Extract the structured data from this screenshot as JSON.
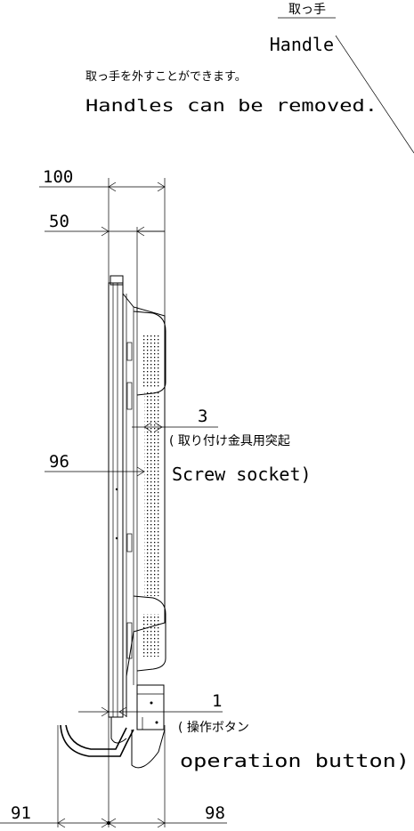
{
  "handle": {
    "title_jp": "取っ手",
    "title_en": "Handle",
    "note_jp": "取っ手を外すことができます。",
    "note_en": "Handles can be removed."
  },
  "dimensions": {
    "d100": "100",
    "d50": "50",
    "d96": "96",
    "d91": "91",
    "d98": "98"
  },
  "screw_socket": {
    "value": "3",
    "label_jp": "( 取り付け金具用突起",
    "label_en": "Screw socket)"
  },
  "operation_button": {
    "value": "1",
    "label_jp": "( 操作ボタン",
    "label_en": "operation button)"
  }
}
